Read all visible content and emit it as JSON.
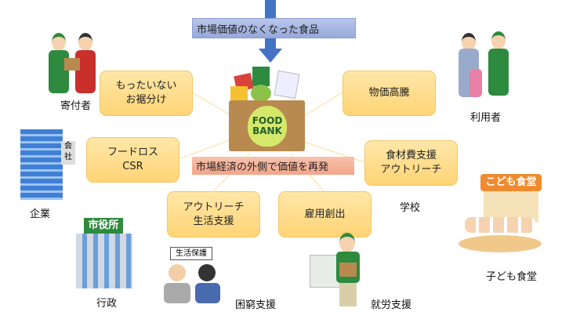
{
  "top_label": "市場価値のなくなった食品",
  "bottom_label": "市場経済の外側で価値を再発",
  "food_bank": {
    "line1": "FOOD",
    "line2": "BANK"
  },
  "boxes": [
    {
      "text": "もったいない\nお裾分け"
    },
    {
      "text": "フードロス\nCSR"
    },
    {
      "text": "アウトリーチ\n生活支援"
    },
    {
      "text": "雇用創出"
    },
    {
      "text": "物価高騰"
    },
    {
      "text": "食材費支援\nアウトリーチ"
    }
  ],
  "actors": [
    "寄付者",
    "企業",
    "行政",
    "困窮支援",
    "就労支援",
    "学校",
    "利用者",
    "子ども食堂"
  ],
  "signs": {
    "city_hall": "市役所",
    "welfare": "生活保護",
    "kids_cafeteria": "こども食堂",
    "company": "会社"
  },
  "colors": {
    "arrow": "#4472c4",
    "top_band": "#a9b8e0",
    "bottom_band": "#f4b29a",
    "box": "#ffd476"
  }
}
